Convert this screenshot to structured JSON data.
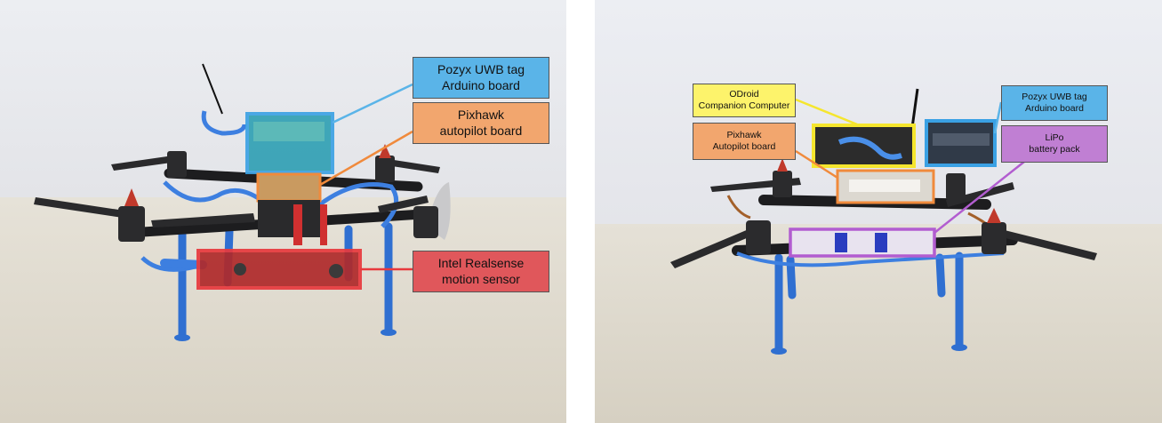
{
  "colors": {
    "blue": "#5ab4e8",
    "orange": "#f2a66e",
    "red": "#e0575b",
    "yellow": "#fdf36b",
    "purple": "#c07fd3",
    "wall": "#e7e8ec",
    "floor": "#e4e0d6"
  },
  "left_photo": {
    "labels": {
      "pozyx": [
        "Pozyx UWB tag",
        "Arduino board"
      ],
      "pixhawk": [
        "Pixhawk",
        "autopilot board"
      ],
      "realsense": [
        "Intel Realsense",
        "motion sensor"
      ]
    }
  },
  "right_photo": {
    "labels": {
      "odroid": [
        "ODroid",
        "Companion Computer"
      ],
      "pixhawk": [
        "Pixhawk",
        "Autopilot board"
      ],
      "pozyx": [
        "Pozyx UWB tag",
        "Arduino board"
      ],
      "lipo": [
        "LiPo",
        "battery pack"
      ]
    }
  }
}
